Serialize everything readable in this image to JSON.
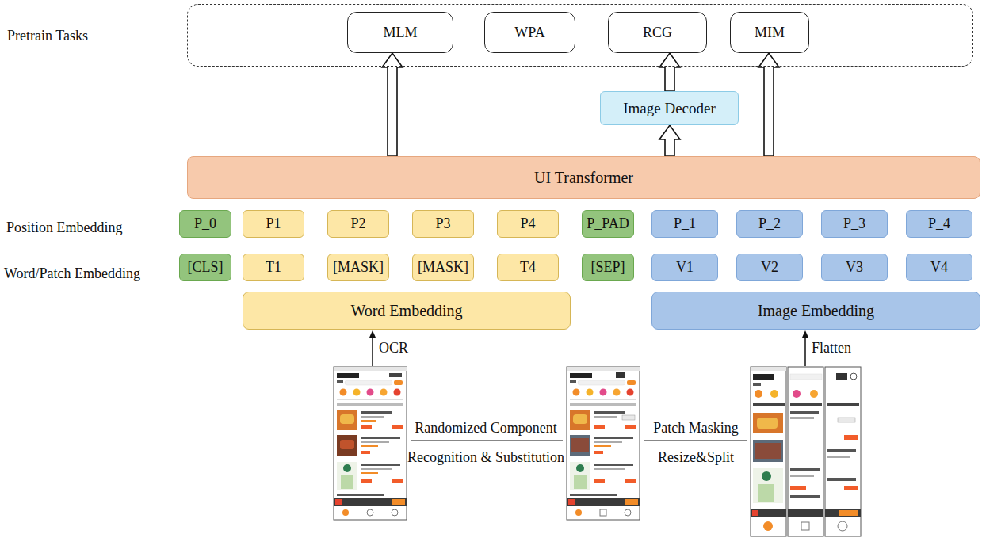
{
  "diagram": {
    "nodes": [
      {
        "text": [
          "Pretrain Tasks"
        ]
      },
      {
        "text": [
          "MLM"
        ],
        "in": 0
      },
      {
        "text": [
          "WPA"
        ],
        "in": 0
      },
      {
        "text": [
          "RCG"
        ],
        "in": 0
      },
      {
        "text": [
          "MIM"
        ],
        "in": 0
      },
      {
        "text": [
          "Image Decoder"
        ]
      },
      {
        "text": [
          "UI Transformer"
        ]
      },
      {
        "text": [
          "P_0"
        ]
      },
      {
        "text": [
          "P1"
        ]
      },
      {
        "text": [
          "P2"
        ]
      },
      {
        "text": [
          "P3"
        ]
      },
      {
        "text": [
          "P4"
        ]
      },
      {
        "text": [
          "P_PAD"
        ]
      },
      {
        "text": [
          "P_1"
        ]
      },
      {
        "text": [
          "P_2"
        ]
      },
      {
        "text": [
          "P_3"
        ]
      },
      {
        "text": [
          "P_4"
        ]
      },
      {
        "text": [
          "[CLS]"
        ]
      },
      {
        "text": [
          "T1"
        ]
      },
      {
        "text": [
          "[MASK]"
        ]
      },
      {
        "text": [
          "[MASK]"
        ]
      },
      {
        "text": [
          "T4"
        ]
      },
      {
        "text": [
          "[SEP]"
        ]
      },
      {
        "text": [
          "V1"
        ]
      },
      {
        "text": [
          "V2"
        ]
      },
      {
        "text": [
          "V3"
        ]
      },
      {
        "text": [
          "V4"
        ]
      },
      {
        "text": [
          "Word Embedding"
        ]
      },
      {
        "text": [
          "Image Embedding"
        ]
      }
    ],
    "edges": [
      {
        "from": 6,
        "to": 1,
        "arrow": "to"
      },
      {
        "from": 6,
        "to": 5,
        "arrow": "to"
      },
      {
        "from": 5,
        "to": 3,
        "arrow": "to"
      },
      {
        "from": 6,
        "to": 4,
        "arrow": "to"
      }
    ],
    "labels": [
      "Position Embedding",
      "Word/Patch Embedding",
      "OCR",
      "Randomized Component",
      "Recognition & Substitution",
      "Patch Masking",
      "Resize&Split",
      "Flatten"
    ]
  }
}
